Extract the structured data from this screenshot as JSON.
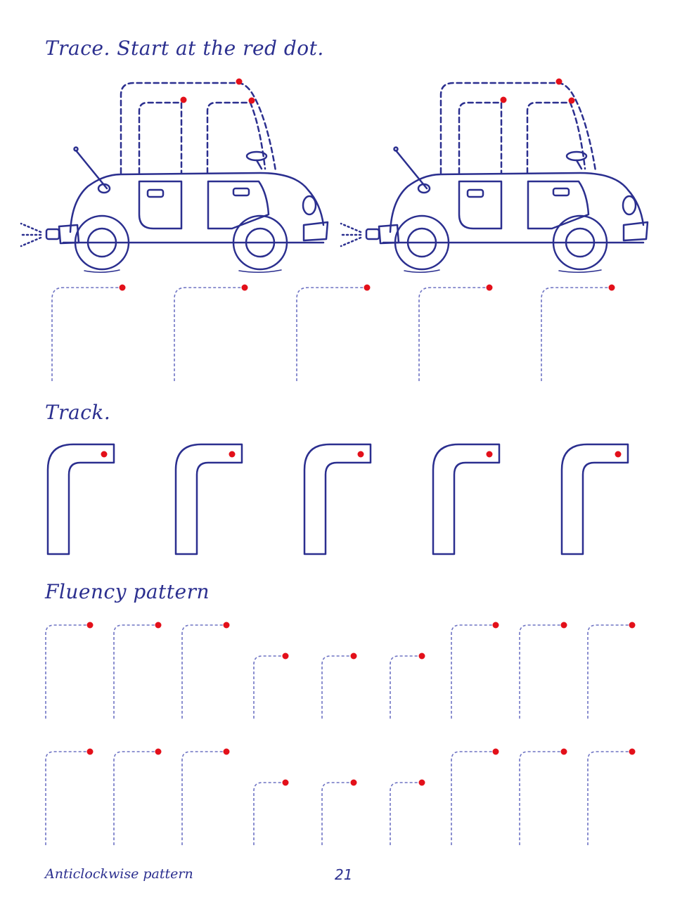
{
  "instructions": {
    "trace": "Trace. Start at the red dot.",
    "track": "Track.",
    "fluency": "Fluency pattern"
  },
  "footer": {
    "pattern_name": "Anticlockwise pattern",
    "page_number": "21"
  },
  "colors": {
    "ink": "#2b2f8f",
    "dash": "#6f74c4",
    "start_dot": "#e3101a"
  },
  "illustration": "car-icon"
}
